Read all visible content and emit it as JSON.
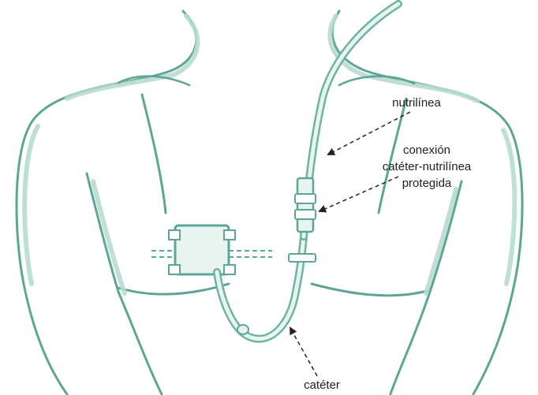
{
  "labels": {
    "nutrilinea": "nutrilínea",
    "conexion_line1": "conexión",
    "conexion_line2": "catéter-nutrilínea",
    "conexion_line3": "protegida",
    "cateter": "catéter"
  },
  "colors": {
    "outline": "#5fa595",
    "shade": "#b9dcd2",
    "tube": "#6fb3a3",
    "tube_fill": "#e7f4f0",
    "arrow": "#222222",
    "text": "#222222"
  }
}
